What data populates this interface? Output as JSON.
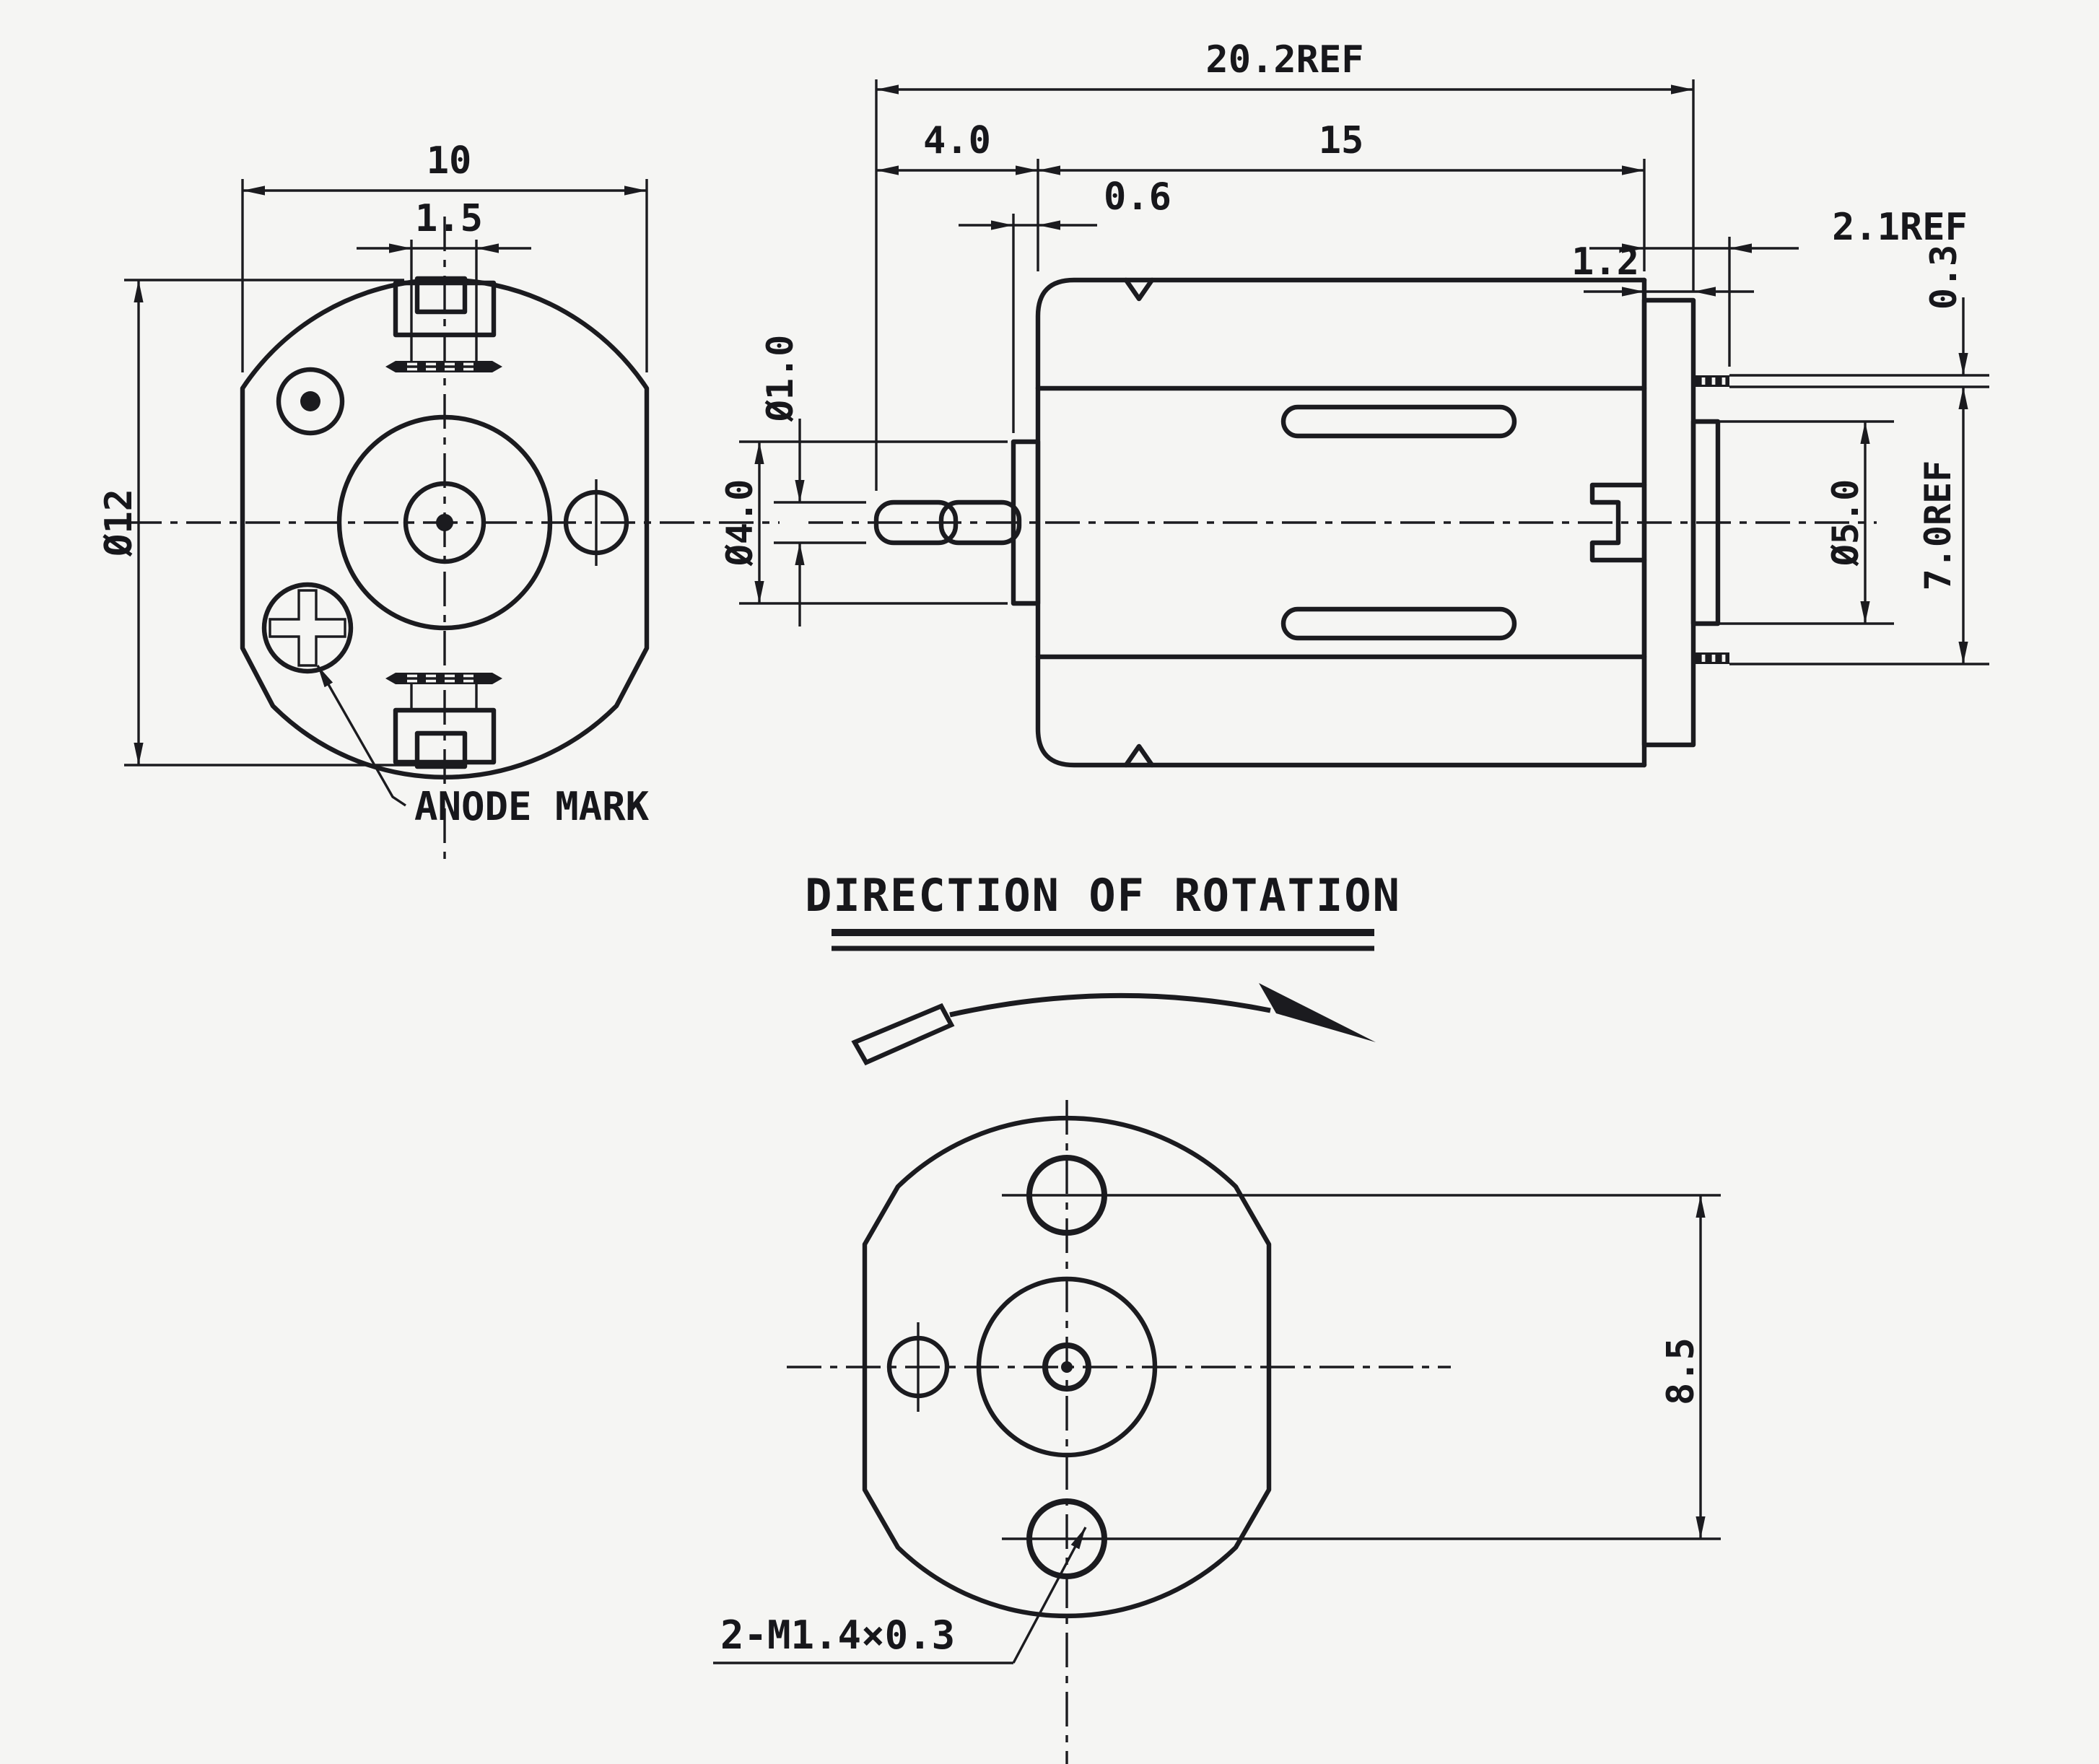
{
  "front_view": {
    "dim_width": "10",
    "dim_terminal": "1.5",
    "dim_diameter": "Ø12",
    "anode_label": "ANODE MARK"
  },
  "side_view": {
    "dim_overall": "20.2REF",
    "dim_shaft_length": "4.0",
    "dim_body_length": "15",
    "dim_cap_ref": "2.1REF",
    "dim_boss_length": "0.6",
    "dim_cap_length": "1.2",
    "dim_terminal_thickness": "0.3",
    "dim_shaft_dia": "Ø1.0",
    "dim_boss_dia": "Ø4.0",
    "dim_rear_boss_dia": "Ø5.0",
    "dim_terminal_span": "7.0REF"
  },
  "rotation": {
    "title": "DIRECTION OF ROTATION"
  },
  "bottom_view": {
    "dim_hole_spacing": "8.5",
    "thread_label": "2-M1.4×0.3"
  },
  "colors": {
    "line": "#1b1b1f",
    "background": "#f5f5f3"
  }
}
